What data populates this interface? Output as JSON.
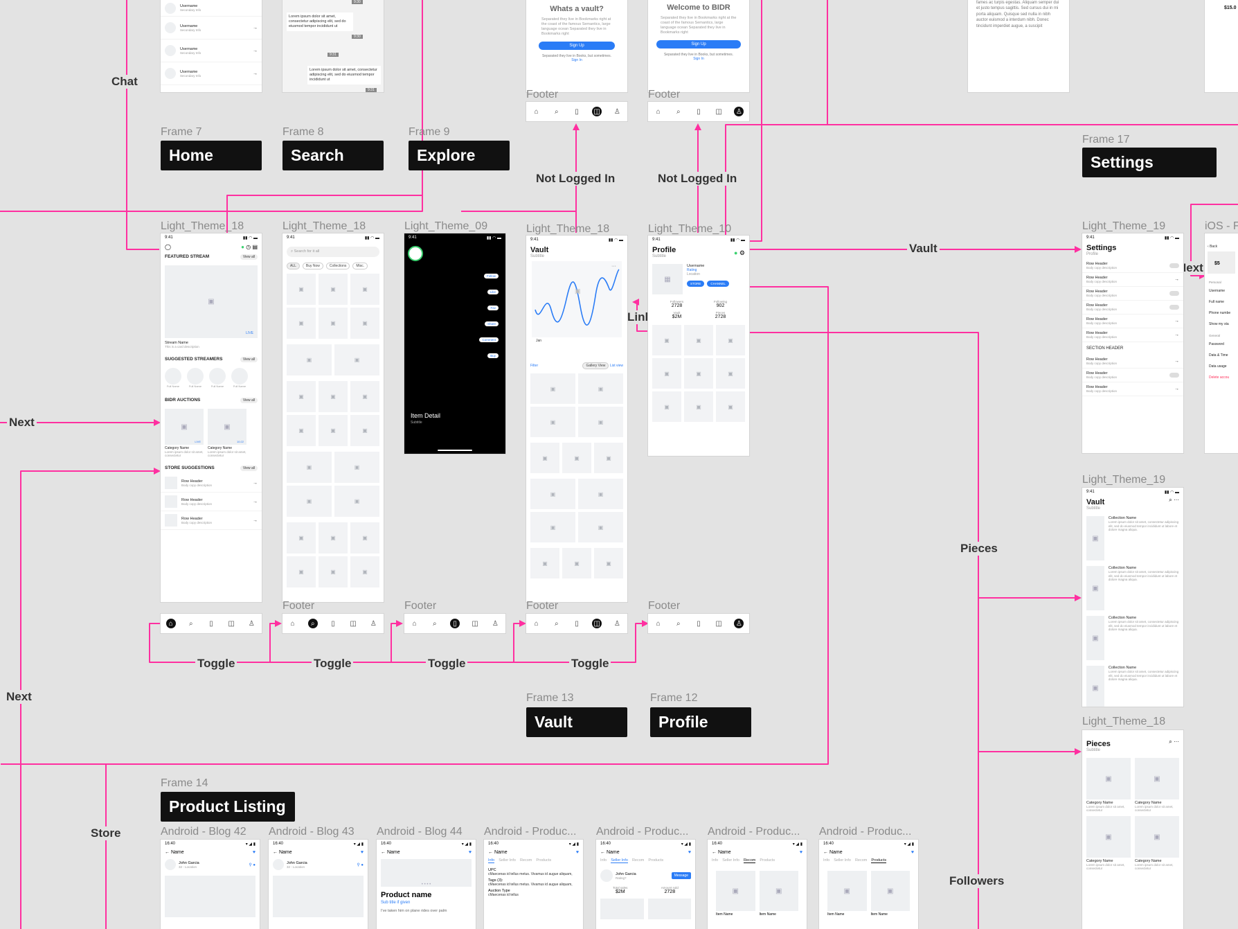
{
  "flow_labels": {
    "chat": "Chat",
    "next_left": "Next",
    "next_bottom": "Next",
    "store": "Store",
    "not_logged_in_1": "Not Logged In",
    "not_logged_in_2": "Not Logged In",
    "link": "Link",
    "vault": "Vault",
    "next_right": "Next",
    "pieces": "Pieces",
    "followers": "Followers",
    "toggle_1": "Toggle",
    "toggle_2": "Toggle",
    "toggle_3": "Toggle",
    "toggle_4": "Toggle"
  },
  "frames": [
    {
      "label": "Frame 7",
      "badge": "Home"
    },
    {
      "label": "Frame 8",
      "badge": "Search"
    },
    {
      "label": "Frame 9",
      "badge": "Explore"
    },
    {
      "label": "Frame 17",
      "badge": "Settings"
    },
    {
      "label": "Frame 13",
      "badge": "Vault"
    },
    {
      "label": "Frame 12",
      "badge": "Profile"
    },
    {
      "label": "Frame 14",
      "badge": "Product Listing"
    }
  ],
  "screen_names": {
    "home": "Light_Theme_18",
    "search": "Light_Theme_18",
    "explore": "Light_Theme_09",
    "vault": "Light_Theme_18",
    "profile": "Light_Theme_10",
    "settings": "Light_Theme_19",
    "ios": "iOS - F",
    "vault_list": "Light_Theme_19",
    "pieces": "Light_Theme_18",
    "footer": "Footer",
    "android": [
      "Android - Blog 42",
      "Android - Blog 43",
      "Android - Blog 44",
      "Android - Produc...",
      "Android - Produc...",
      "Android - Produc...",
      "Android - Produc..."
    ]
  },
  "top_screens": {
    "chat_rows": [
      {
        "name": "Username",
        "info": "Secondary Info"
      },
      {
        "name": "Username",
        "info": "Secondary Info"
      },
      {
        "name": "Username",
        "info": "Secondary Info"
      },
      {
        "name": "Username",
        "info": "Secondary Info"
      }
    ],
    "chat_bubbles": [
      "Lorem ipsum dolor sit amet, consectetur adipiscing elit, sed do eiusmod tempor incididunt ut",
      "Lorem ipsum dolor sit amet, consectetur adipiscing elit, sed do eiusmod tempor incididunt ut"
    ],
    "chat_times": [
      "9:30",
      "9:30",
      "9:31",
      "9:31"
    ],
    "vault_prompt": {
      "title": "Whats a vault?",
      "body": "Separated they live in Bookmarks right at the coast of the famous Semantics, large language ocean Separated they live in Bookmarks right",
      "button": "Sign Up",
      "foot": "Separated they live in Books, but sometimes.",
      "link": "Sign In"
    },
    "welcome_prompt": {
      "title": "Welcome to BIDR",
      "body": "Separated they live in Bookmarks right at the coast of the famous Semantics, large language ocean Separated they live in Bookmarks right",
      "button": "Sign Up",
      "foot": "Separated they live in Books, but sometimes.",
      "link": "Sign In"
    },
    "lorem_block": "fames ac turpis egestas. Aliquam semper dui et justo tempus sagittis. Sed cursus dui in mi porta aliquam. Quisque sed nulla in nibh auctor euismod a interdum nibh. Donec tincidunt imperdiet augue, a suscipit",
    "price": "$15.0"
  },
  "home": {
    "time": "9:41",
    "featured": "FEATURED STREAM",
    "view_all": "View all",
    "live": "LIVE",
    "stream_name": "Stream Name",
    "stream_desc": "This is a card description",
    "suggested": "SUGGESTED STREAMERS",
    "full_name": "Full Name",
    "auctions": "BIDR AUCTIONS",
    "category": "Category Name",
    "category_desc": "Lorem ipsum dolor sit amet, consectetur",
    "timer": "10:22",
    "store_sugg": "STORE SUGGESTIONS",
    "row_header": "Row Header",
    "row_desc": "Body copy description"
  },
  "search": {
    "time": "9:41",
    "placeholder": "Search for it all",
    "chips": [
      "ALL",
      "Buy Now",
      "Collections",
      "Misc."
    ]
  },
  "explore": {
    "time": "9:41",
    "actions": [
      "Follow",
      "Like",
      "Fav",
      "Share",
      "Comment",
      "Buy"
    ],
    "title": "Item Detail",
    "sub": "Subtitle"
  },
  "vault": {
    "time": "9:41",
    "title": "Vault",
    "sub": "Subtitle",
    "month": "Jan",
    "filter": "Filter",
    "gallery": "Gallery View",
    "list": "List view"
  },
  "profile": {
    "time": "9:41",
    "title": "Profile",
    "sub": "Subtitle",
    "username": "Username",
    "rating": "Rating",
    "location": "Location",
    "store": "STORE",
    "channel": "CHANNEL",
    "stats": [
      {
        "label": "Followers",
        "value": "2728"
      },
      {
        "label": "Following",
        "value": "902"
      },
      {
        "label": "Vault",
        "value": "$2M"
      },
      {
        "label": "Pieces",
        "value": "2728"
      }
    ]
  },
  "settings": {
    "time": "9:41",
    "title": "Settings",
    "sub": "Profile",
    "row_header": "Row Header",
    "row_desc": "Body copy description",
    "section": "SECTION HEADER"
  },
  "ios": {
    "back": "Back",
    "price": "$5",
    "items": [
      "Personal",
      "Username",
      "Full name",
      "Phone numbe",
      "Show my sta",
      "General",
      "Password",
      "Data & Time",
      "Data usage",
      "Delete accou"
    ]
  },
  "vault_list": {
    "time": "9:41",
    "title": "Vault",
    "sub": "Subtitle",
    "item": "Collection Name",
    "item_desc": "Lorem ipsum dolor sit amet, consectetur adipiscing elit, sed do eiusmod tempor incididunt ut labore et dolore magna aliqua."
  },
  "pieces": {
    "title": "Pieces",
    "sub": "Subtitle",
    "category": "Category Name",
    "category_desc": "Lorem ipsum dolor sit amet, consectetur"
  },
  "android": {
    "time": "16:40",
    "name": "Name",
    "person": "John Garcia",
    "person_loc": "32 - Location",
    "product": "Product name",
    "product_sub": "Sub title if given",
    "product_text": "I've taken him on plane rides over palm",
    "tabs": [
      "Info",
      "Seller Info",
      "Recom",
      "Products"
    ],
    "upc": "UPC",
    "upc_text": "cMaecenas id tellus metus. Vivamus id augue aliquam,",
    "tags": "Tags (3):",
    "tags_text": "cMaecenas id tellus metus. Vivamus id augue aliquam,",
    "auction": "Auction Type",
    "auction_text": "cMaecenas id tellus",
    "rating": "Rating?",
    "message": "Message",
    "total_sales": "Total sales",
    "total_value": "$2M",
    "amount_sold": "Amount sold",
    "amount_value": "2728",
    "item_name": "Item Name"
  },
  "colors": {
    "accent": "#ff2fa0",
    "blue": "#2a7cf6",
    "green": "#3bd16f"
  }
}
